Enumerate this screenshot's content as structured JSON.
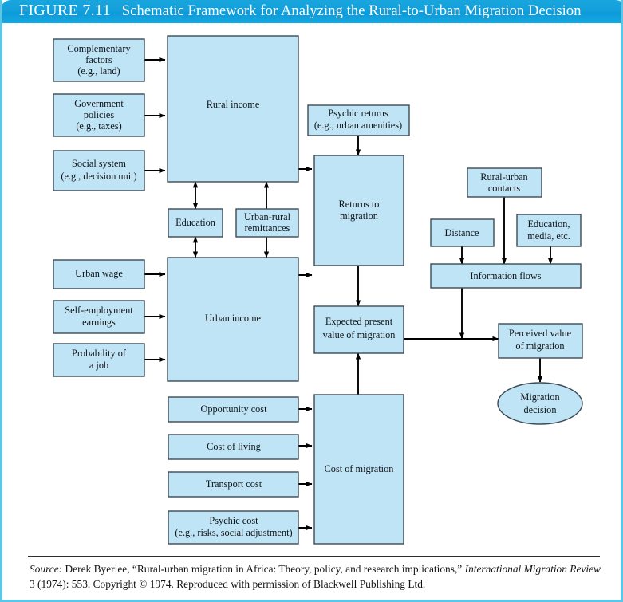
{
  "figure": {
    "label": "FIGURE 7.11",
    "title": "Schematic Framework for Analyzing the Rural-to-Urban Migration Decision",
    "header_bg": "#13a0dc",
    "frame_border": "#5cc6e8",
    "node_fill": "#bfe4f6",
    "node_stroke": "#3c4a54"
  },
  "nodes": {
    "complementary_factors": "Complementary\nfactors\n(e.g., land)",
    "government_policies": "Government\npolicies\n(e.g., taxes)",
    "social_system": "Social system\n(e.g., decision unit)",
    "rural_income": "Rural income",
    "education": "Education",
    "urban_rural_remittances": "Urban-rural\nremittances",
    "urban_wage": "Urban wage",
    "self_employment_earnings": "Self-employment\nearnings",
    "probability_of_a_job": "Probability of\na job",
    "urban_income": "Urban income",
    "psychic_returns": "Psychic returns\n(e.g., urban amenities)",
    "returns_to_migration": "Returns to\nmigration",
    "expected_present_value": "Expected present\nvalue of migration",
    "opportunity_cost": "Opportunity cost",
    "cost_of_living": "Cost of living",
    "transport_cost": "Transport cost",
    "psychic_cost": "Psychic cost\n(e.g., risks, social adjustment)",
    "cost_of_migration": "Cost of migration",
    "rural_urban_contacts": "Rural-urban\ncontacts",
    "distance": "Distance",
    "education_media_etc": "Education,\nmedia, etc.",
    "information_flows": "Information flows",
    "perceived_value": "Perceived value\nof migration",
    "migration_decision": "Migration\ndecision"
  },
  "source": {
    "label": "Source:",
    "line1_a": " Derek Byerlee, “Rural-urban migration in Africa: Theory, policy, and research implications,” ",
    "journal_a": "International",
    "journal_b": "Migration Review",
    "line2_b": " 3 (1974): 553. Copyright © 1974. Reproduced with permission of Blackwell Publishing Ltd."
  }
}
